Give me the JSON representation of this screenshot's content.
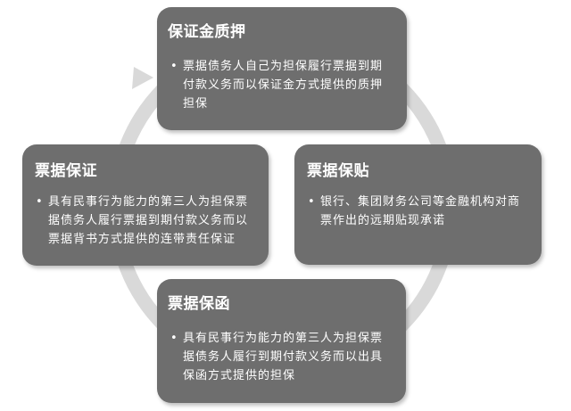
{
  "nodes": {
    "top": {
      "title": "保证金质押",
      "text": "票据债务人自己为担保履行票据到期付款义务而以保证金方式提供的质押担保"
    },
    "left": {
      "title": "票据保证",
      "text": "具有民事行为能力的第三人为担保票据债务人履行票据到期付款义务而以票据背书方式提供的连带责任保证"
    },
    "right": {
      "title": "票据保贴",
      "text": "银行、集团财务公司等金融机构对商票作出的远期贴现承诺"
    },
    "bottom": {
      "title": "票据保函",
      "text": "具有民事行为能力的第三人为担保票据债务人履行到期付款义务而以出具保函方式提供的担保"
    }
  },
  "bullet_symbol": "•",
  "colors": {
    "box": "#6e6e6e",
    "ring": "#d9d9d9",
    "text": "#ffffff"
  }
}
